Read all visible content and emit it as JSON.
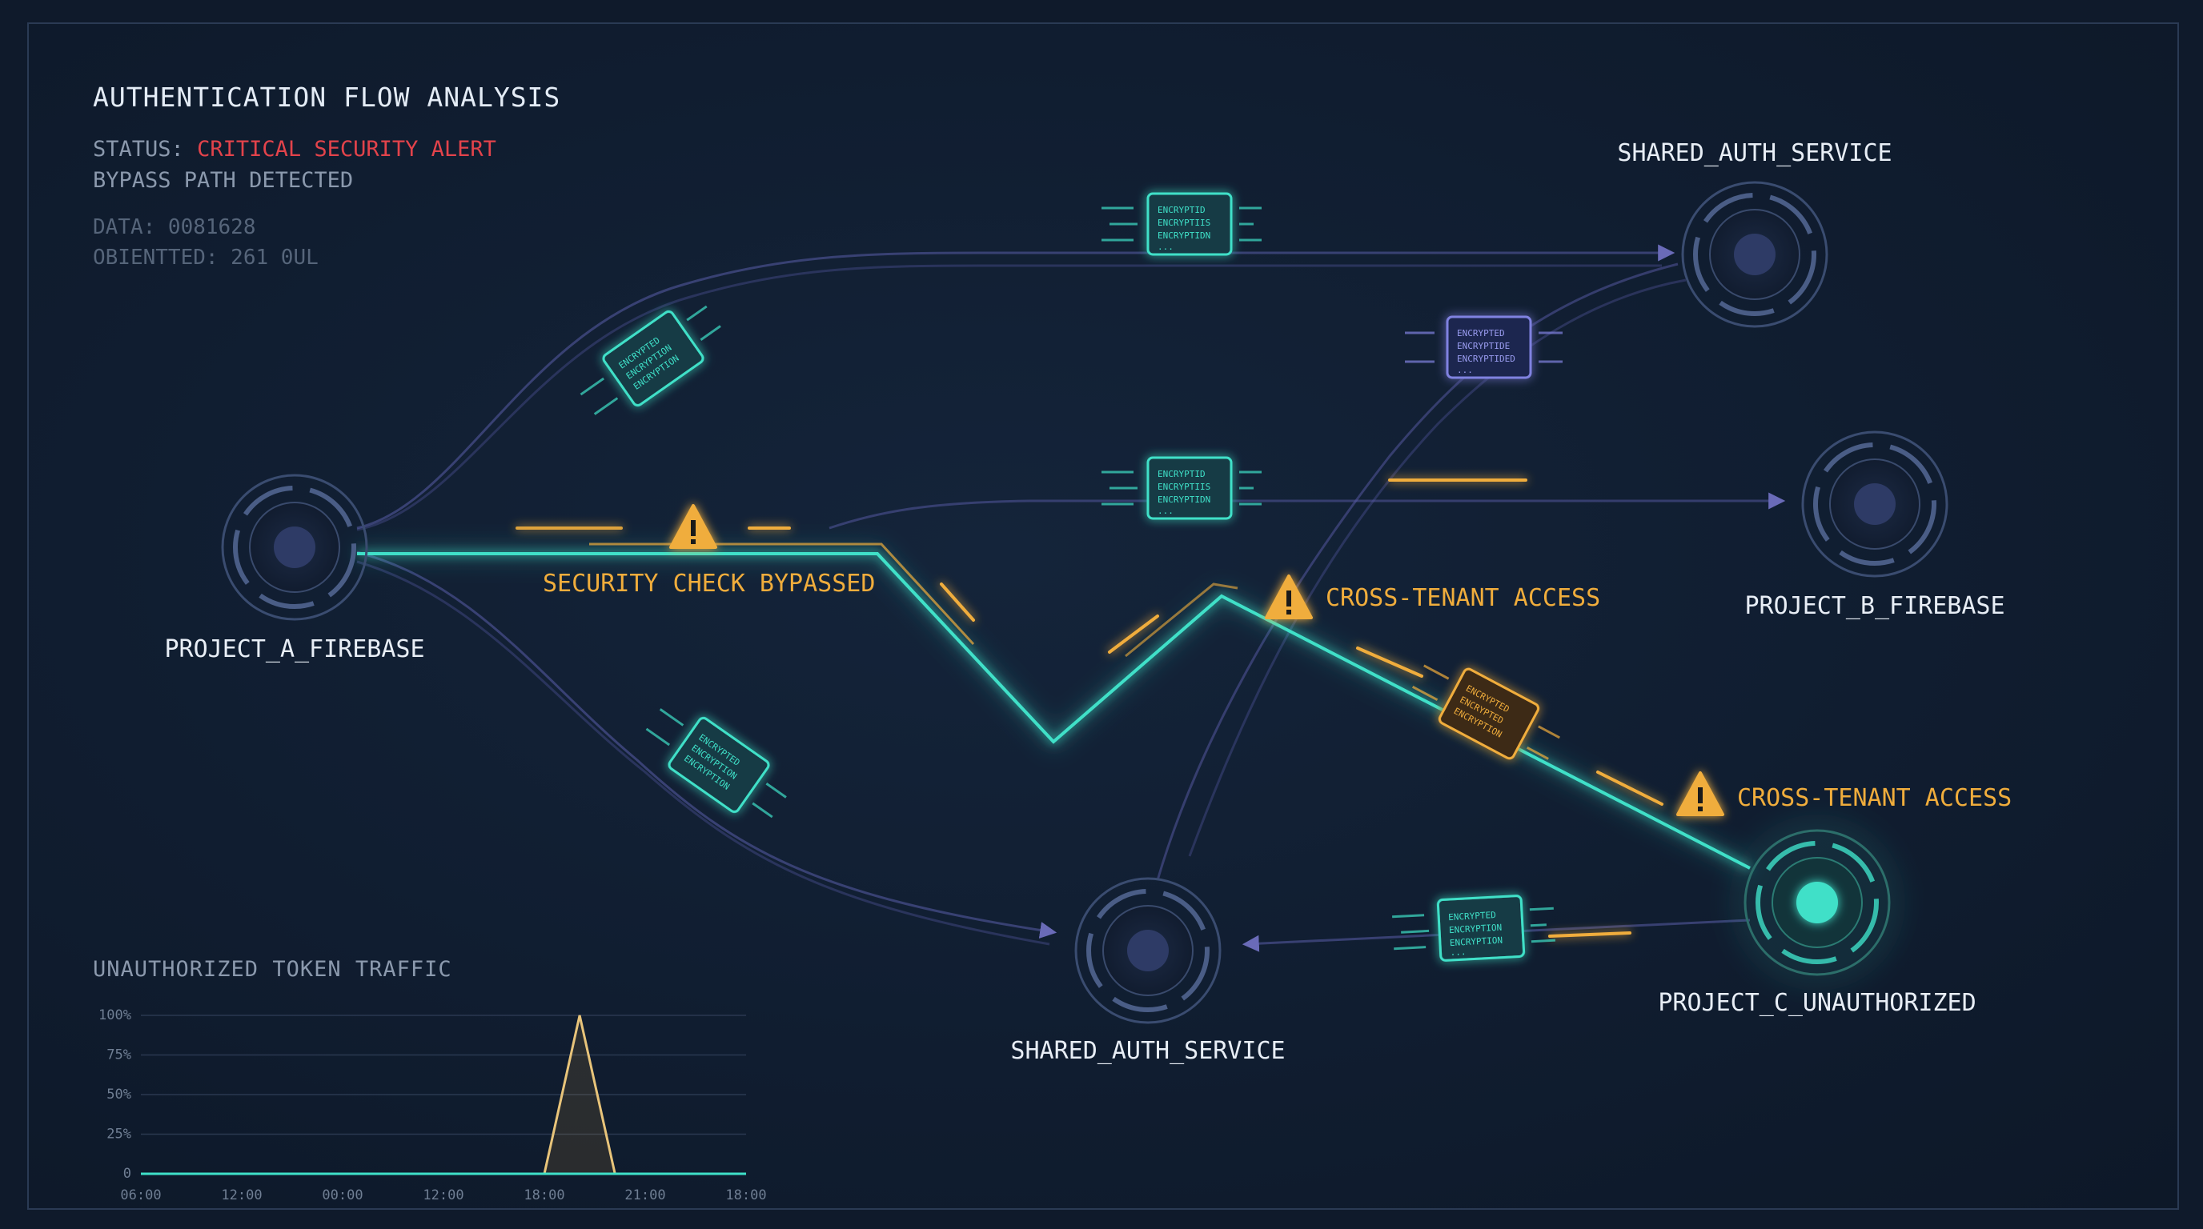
{
  "header": {
    "title": "AUTHENTICATION FLOW ANALYSIS",
    "status_label": "STATUS:",
    "status_value": "CRITICAL SECURITY ALERT",
    "bypass_text": "BYPASS PATH DETECTED",
    "data_line": "DATA: 0081628",
    "oriented_line": "OBIENTTED: 261 0UL"
  },
  "nodes": {
    "project_a": "PROJECT_A_FIREBASE",
    "shared_auth_top": "SHARED_AUTH_SERVICE",
    "project_b": "PROJECT_B_FIREBASE",
    "shared_auth_bottom": "SHARED_AUTH_SERVICE",
    "project_c": "PROJECT_C_UNAUTHORIZED"
  },
  "alerts": {
    "security_bypass": "SECURITY CHECK BYPASSED",
    "cross_tenant_1": "CROSS-TENANT ACCESS",
    "cross_tenant_2": "CROSS-TENANT ACCESS"
  },
  "packets": {
    "teal_text": [
      "ENCRYPTED",
      "ENCRYPTION",
      "ENCRYPTION"
    ],
    "teal_text_b": [
      "ENCRYPTID",
      "ENCRYPTIIS",
      "ENCRYPTIDN"
    ],
    "purple_text": [
      "ENCRYPTED",
      "ENCRYPTIDE",
      "ENCRYPTIDED"
    ],
    "orange_text": [
      "ENCRYPTED",
      "ENCRYPTED",
      "ENCRYPTION"
    ],
    "ellipsis": "..."
  },
  "colors": {
    "background": "#0f1a2b",
    "accent_teal": "#3fe0c8",
    "alert_orange": "#f0ad3c",
    "critical_red": "#e2434b",
    "route_purple": "#6a6bb8"
  },
  "chart_data": {
    "type": "area",
    "title": "UNAUTHORIZED TOKEN TRAFFIC",
    "categories": [
      "06:00",
      "12:00",
      "00:00",
      "12:00",
      "18:00",
      "21:00",
      "18:00"
    ],
    "y_ticks": [
      "100%",
      "75%",
      "50%",
      "25%",
      "0"
    ],
    "ylim": [
      0,
      100
    ],
    "series": [
      {
        "x": [
          0,
          1,
          2,
          3,
          4,
          4.35,
          4.7,
          5.0,
          6
        ],
        "values": [
          0,
          0,
          0,
          0,
          0,
          100,
          0,
          0,
          0
        ]
      }
    ],
    "grid": true
  }
}
